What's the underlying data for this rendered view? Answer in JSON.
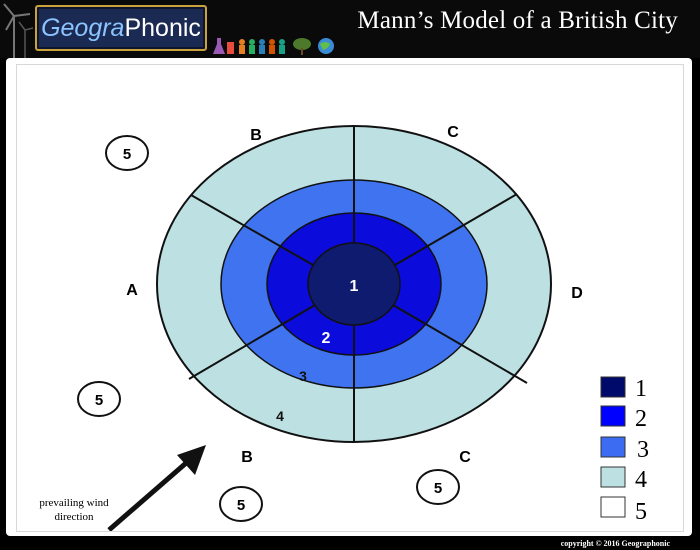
{
  "header": {
    "logo_part1": "Geogra",
    "logo_part2": "Phonic",
    "title": "Mann’s Model of a British City"
  },
  "diagram": {
    "zone_labels": {
      "zone1": "1",
      "zone2": "2",
      "zone3": "3",
      "zone4": "4"
    },
    "sector_labels": {
      "top_left": "B",
      "top_right": "C",
      "left": "A",
      "right": "D",
      "bottom_left": "B",
      "bottom_right": "C"
    },
    "outer_zone_label": "5",
    "wind_label_line1": "prevailing wind",
    "wind_label_line2": "direction"
  },
  "legend": [
    {
      "label": "1",
      "color": "#000a6b"
    },
    {
      "label": "2",
      "color": "#0000ff"
    },
    {
      "label": "3",
      "color": "#3b6cf2"
    },
    {
      "label": "4",
      "color": "#bde0e3"
    },
    {
      "label": "5",
      "color": "#ffffff"
    }
  ],
  "colors": {
    "zone1": "#0f1b6e",
    "zone2": "#0b0bdc",
    "zone3": "#3f73ef",
    "zone4": "#bde0e3",
    "line": "#111111",
    "logo_border": "#c9a23c"
  },
  "footer": {
    "copyright": "copyright  ©  2016 Geographonic"
  }
}
